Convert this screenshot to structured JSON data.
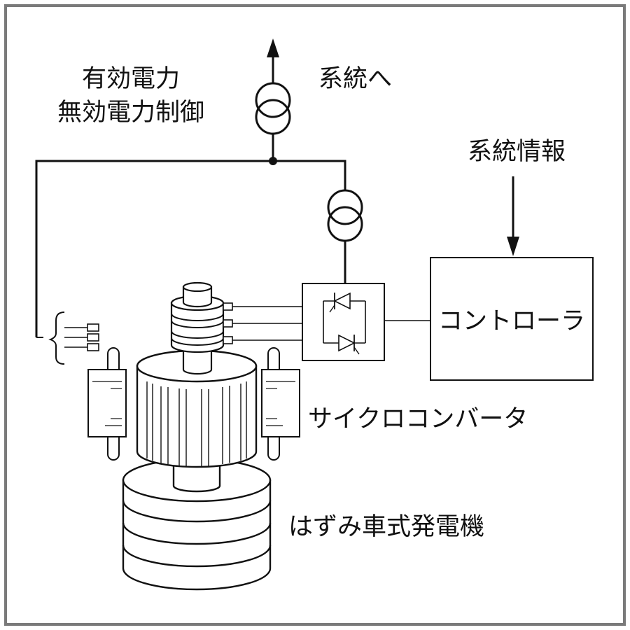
{
  "labels": {
    "control_line1": "有効電力",
    "control_line2": "無効電力制御",
    "to_grid": "系統へ",
    "grid_info": "系統情報",
    "controller": "コントローラ",
    "cycloconverter": "サイクロコンバータ",
    "flywheel_generator": "はずみ車式発電機"
  },
  "colors": {
    "line": "#111111",
    "frame": "#7a7a7a",
    "background": "#ffffff"
  },
  "icons": {
    "transformer": "transformer-icon",
    "thyristor": "thyristor-icon",
    "arrow": "arrow-icon"
  }
}
